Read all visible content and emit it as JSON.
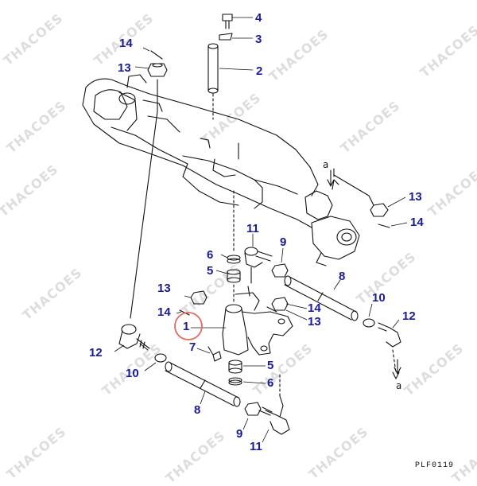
{
  "watermark_text": "THACOES",
  "drawing_code": "PLF0119",
  "ref_letter": "a",
  "circle_color": "#e46a5a",
  "callout_color": "#1a1aa0",
  "callouts": [
    {
      "id": "c4",
      "text": "4"
    },
    {
      "id": "c3",
      "text": "3"
    },
    {
      "id": "c14a",
      "text": "14"
    },
    {
      "id": "c13a",
      "text": "13"
    },
    {
      "id": "c2",
      "text": "2"
    },
    {
      "id": "c13b",
      "text": "13"
    },
    {
      "id": "c14b",
      "text": "14"
    },
    {
      "id": "c11a",
      "text": "11"
    },
    {
      "id": "c9a",
      "text": "9"
    },
    {
      "id": "c6a",
      "text": "6"
    },
    {
      "id": "c5a",
      "text": "5"
    },
    {
      "id": "c8a",
      "text": "8"
    },
    {
      "id": "c13c",
      "text": "13"
    },
    {
      "id": "c14c",
      "text": "14"
    },
    {
      "id": "c14d",
      "text": "14"
    },
    {
      "id": "c13d",
      "text": "13"
    },
    {
      "id": "c10a",
      "text": "10"
    },
    {
      "id": "c12a",
      "text": "12"
    },
    {
      "id": "c1",
      "text": "1"
    },
    {
      "id": "c7",
      "text": "7"
    },
    {
      "id": "c12b",
      "text": "12"
    },
    {
      "id": "c10b",
      "text": "10"
    },
    {
      "id": "c5b",
      "text": "5"
    },
    {
      "id": "c6b",
      "text": "6"
    },
    {
      "id": "c8b",
      "text": "8"
    },
    {
      "id": "c9b",
      "text": "9"
    },
    {
      "id": "c11b",
      "text": "11"
    }
  ]
}
